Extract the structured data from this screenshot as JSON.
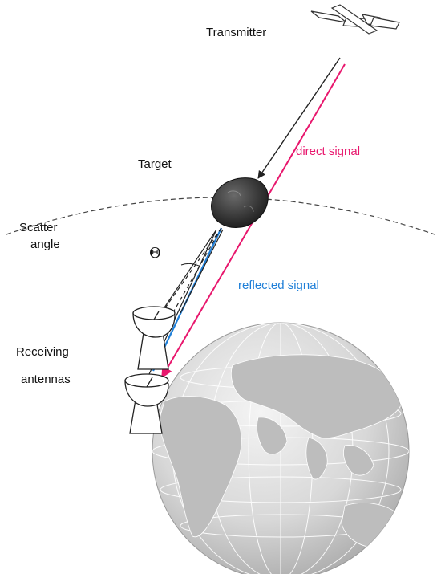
{
  "labels": {
    "transmitter": "Transmitter",
    "target": "Target",
    "scatter_angle_line1": "Scatter",
    "scatter_angle_line2": "angle",
    "theta": "Θ",
    "direct_signal": "direct  signal",
    "reflected_signal": "reflected signal",
    "receiving_line1": "Receiving",
    "receiving_line2": "antennas"
  },
  "colors": {
    "direct_signal": "#e8176d",
    "reflected_signal": "#1f7fd8",
    "incident_ray": "#222222",
    "horizon_arc": "#444444"
  },
  "icons": {
    "transmitter": "satellite-icon",
    "target": "asteroid-icon",
    "antenna": "dish-antenna-icon",
    "earth": "globe-icon"
  }
}
